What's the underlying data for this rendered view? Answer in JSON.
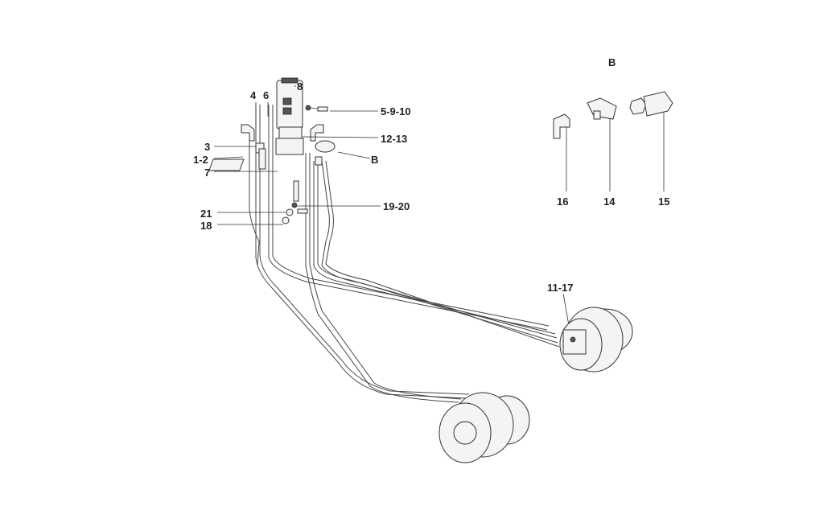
{
  "diagram": {
    "detail_title": "B",
    "callouts": {
      "c8": "8",
      "c4": "4",
      "c6": "6",
      "c5_9_10": "5-9-10",
      "c12_13": "12-13",
      "c3": "3",
      "c1_2": "1-2",
      "cB": "B",
      "c7": "7",
      "c21": "21",
      "c19_20": "19-20",
      "c18": "18",
      "c16": "16",
      "c14": "14",
      "c15": "15",
      "c11_17": "11-17"
    }
  }
}
